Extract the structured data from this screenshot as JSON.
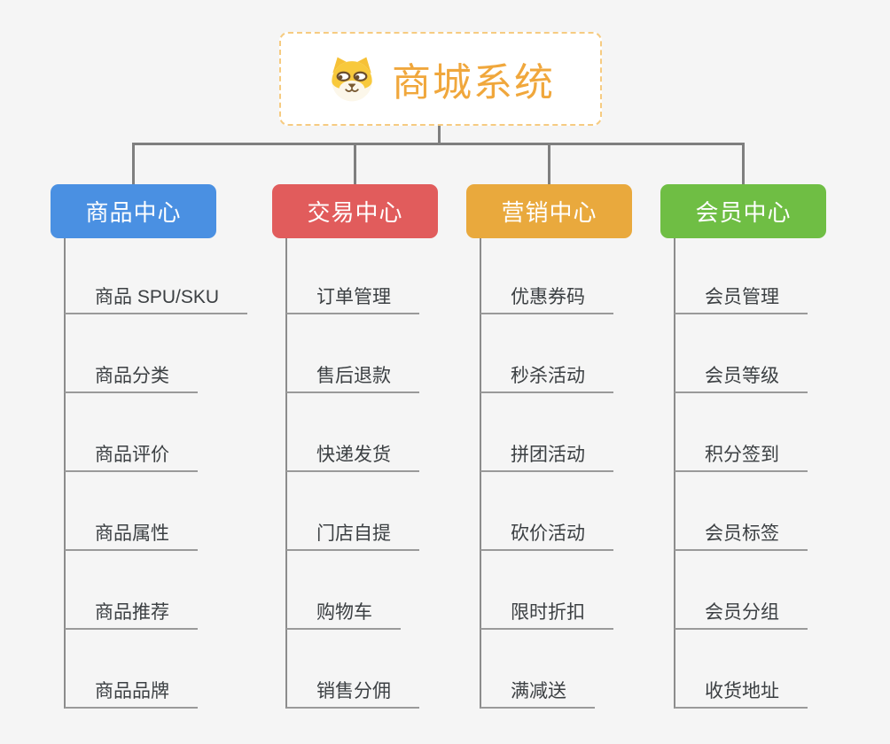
{
  "root": {
    "title": "商城系统",
    "icon": "dog-face-icon",
    "accent_color": "#f0a73c",
    "border_color": "#f6cb81"
  },
  "connector_color": "#7f7f7f",
  "branches": [
    {
      "label": "商品中心",
      "color": "#4a90e2",
      "children": [
        "商品 SPU/SKU",
        "商品分类",
        "商品评价",
        "商品属性",
        "商品推荐",
        "商品品牌"
      ]
    },
    {
      "label": "交易中心",
      "color": "#e15c5c",
      "children": [
        "订单管理",
        "售后退款",
        "快递发货",
        "门店自提",
        "购物车",
        "销售分佣"
      ]
    },
    {
      "label": "营销中心",
      "color": "#e9a93d",
      "children": [
        "优惠券码",
        "秒杀活动",
        "拼团活动",
        "砍价活动",
        "限时折扣",
        "满减送"
      ]
    },
    {
      "label": "会员中心",
      "color": "#6fbe44",
      "children": [
        "会员管理",
        "会员等级",
        "积分签到",
        "会员标签",
        "会员分组",
        "收货地址"
      ]
    }
  ]
}
